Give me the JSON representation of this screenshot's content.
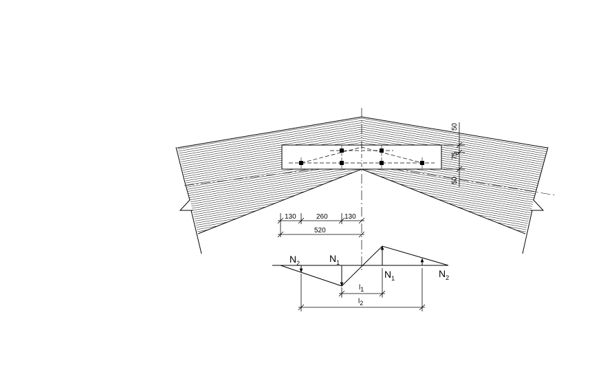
{
  "dimensions": {
    "horizontal": [
      "130",
      "260",
      "130",
      "520"
    ],
    "vertical": [
      "50",
      "75",
      "50"
    ]
  },
  "diagram_labels": {
    "n2_left": {
      "main": "N",
      "sub": "2"
    },
    "n1_left": {
      "main": "N",
      "sub": "1"
    },
    "n1_right": {
      "main": "N",
      "sub": "1"
    },
    "n2_right": {
      "main": "N",
      "sub": "2"
    },
    "l1": {
      "main": "l",
      "sub": "1"
    },
    "l2": {
      "main": "l",
      "sub": "2"
    }
  },
  "colors": {
    "line": "#000000",
    "background": "#ffffff"
  }
}
